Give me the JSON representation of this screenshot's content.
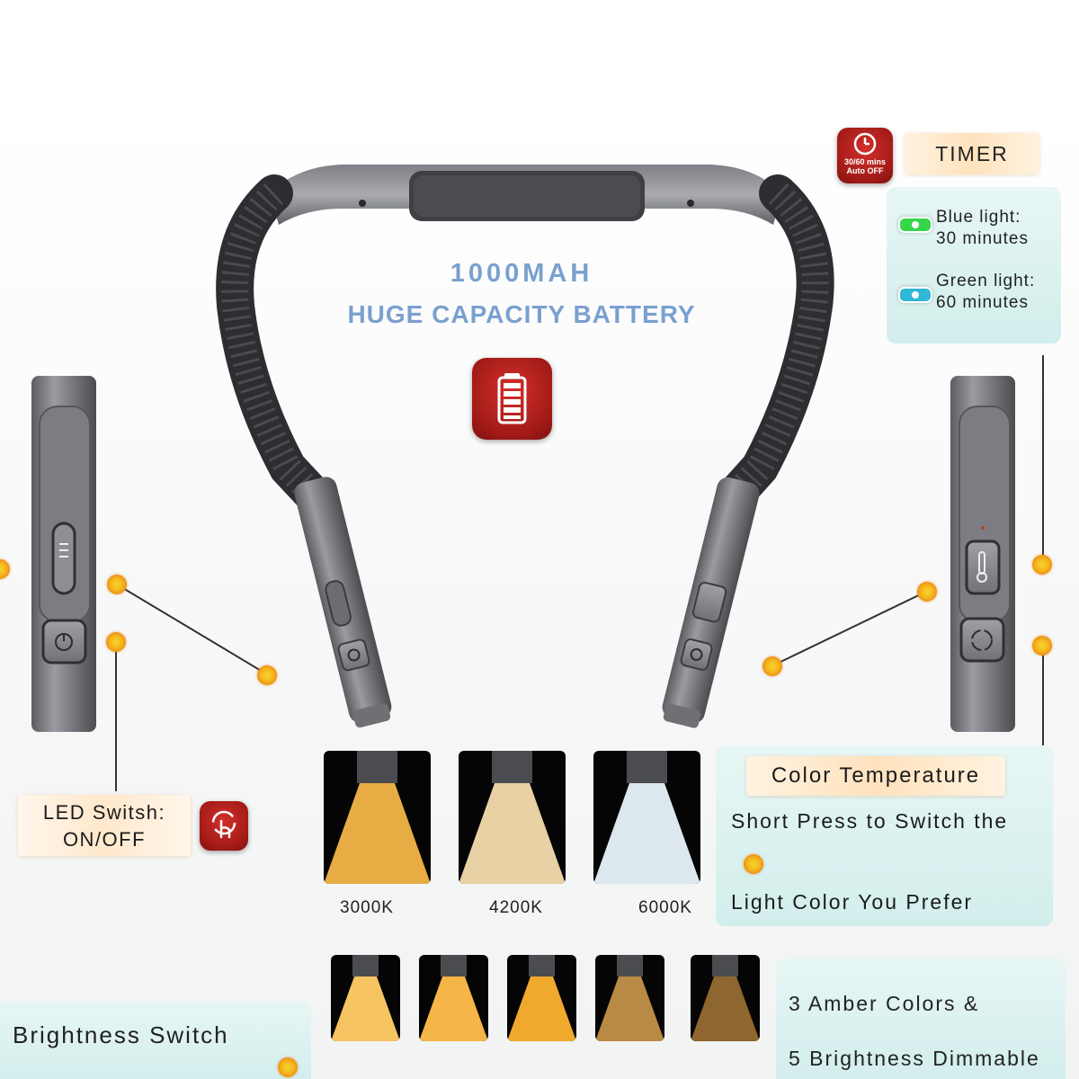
{
  "headline": {
    "capacity": "1000MAH",
    "subtitle": "HUGE CAPACITY BATTERY"
  },
  "timer": {
    "badge_line1": "30/60 mins",
    "badge_line2": "Auto OFF",
    "title": "TIMER",
    "modes": [
      {
        "label_line1": "Blue light:",
        "label_line2": "30 minutes",
        "led_color": "#37d64a"
      },
      {
        "label_line1": "Green light:",
        "label_line2": "60 minutes",
        "led_color": "#2fb7d6"
      }
    ]
  },
  "led_switch": {
    "line1": "LED Switsh:",
    "line2": "ON/OFF"
  },
  "color_temperature": {
    "title": "Color Temperature",
    "line1": "Short Press to Switch the",
    "line2": "Light Color You Prefer",
    "options": [
      {
        "label": "3000K",
        "color": "#f3b548"
      },
      {
        "label": "4200K",
        "color": "#f4dcae"
      },
      {
        "label": "6000K",
        "color": "#e8f3fb"
      }
    ]
  },
  "brightness": {
    "label": "Brightness Switch",
    "line1": "3 Amber Colors &",
    "line2": "5 Brightness Dimmable",
    "levels": [
      {
        "color": "#f7c462"
      },
      {
        "color": "#f5b547"
      },
      {
        "color": "#efa92d"
      },
      {
        "color": "#d9a152"
      },
      {
        "color": "#b07e3a"
      }
    ]
  },
  "colors": {
    "accent_blue": "#7aa0cf",
    "brand_red": "#b21f1c",
    "callout_orange": "#f0a01a"
  }
}
